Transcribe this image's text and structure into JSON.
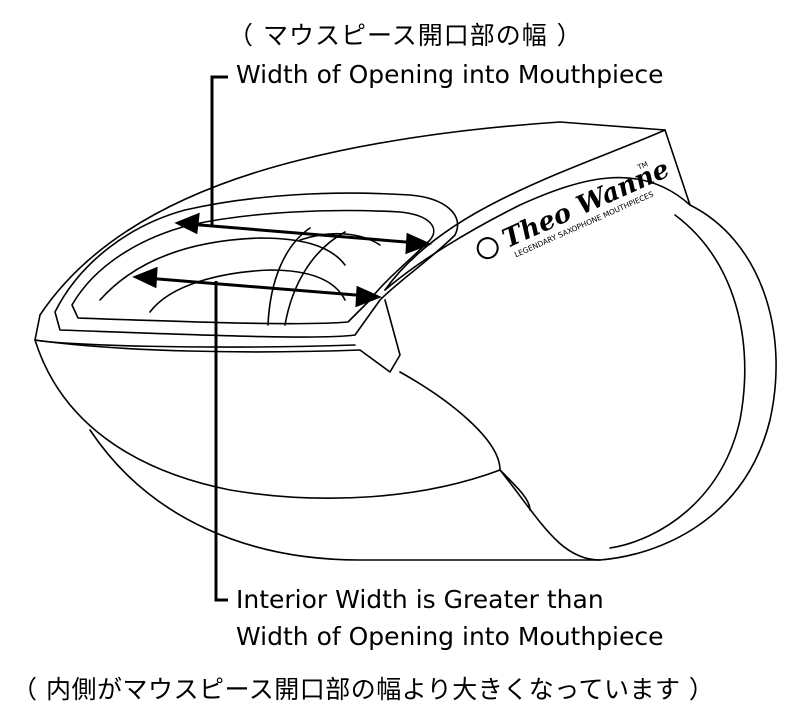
{
  "labels": {
    "top_japanese": "（ マウスピース開口部の幅 ）",
    "top_english": "Width of Opening into Mouthpiece",
    "bottom_english_line1": "Interior Width is Greater than",
    "bottom_english_line2": "Width of Opening into Mouthpiece",
    "bottom_japanese": "（ 内側がマウスピース開口部の幅より大きくなっています ）"
  },
  "logo": {
    "brand": "Theo Wanne",
    "trademark": "TM",
    "tagline": "LEGENDARY SAXOPHONE MOUTHPIECES"
  }
}
